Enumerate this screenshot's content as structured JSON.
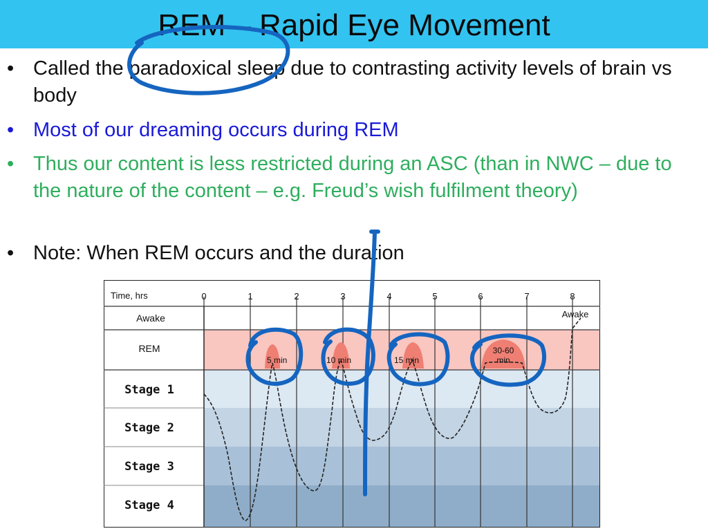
{
  "slide": {
    "title": "REM – Rapid Eye Movement",
    "bullets": [
      {
        "text": "Called the paradoxical sleep due to contrasting activity levels of brain vs body",
        "color": "#111111"
      },
      {
        "text": "Most of our dreaming occurs during REM",
        "color": "#1a1ad6"
      },
      {
        "text": "Thus our content is less restricted during an ASC (than in NWC – due to the nature of the content – e.g. Freud’s wish fulfilment theory)",
        "color": "#2fae5e"
      },
      {
        "text": "Note: When REM occurs and the duration",
        "color": "#111111"
      }
    ],
    "bullet_glyph": "•"
  },
  "diagram": {
    "time_label": "Time, hrs",
    "hours": [
      "0",
      "1",
      "2",
      "3",
      "4",
      "5",
      "6",
      "7",
      "8"
    ],
    "rows": {
      "awake": "Awake",
      "rem": "REM",
      "stage1": "Stage 1",
      "stage2": "Stage 2",
      "stage3": "Stage 3",
      "stage4": "Stage 4"
    },
    "rem_labels": [
      "5 min",
      "10 min",
      "15 min",
      "30-60 min"
    ],
    "rem_label_last_line1": "30-60",
    "rem_label_last_line2": "min",
    "awake_end_label": "Awake",
    "colors": {
      "rem_band": "#f9c6c0",
      "rem_peak": "#ef7f73",
      "stage1": "#dce8f2",
      "stage2": "#c3d4e4",
      "stage3": "#a9c1d8",
      "stage4": "#8fadc9",
      "annotation": "#1565c0"
    }
  }
}
